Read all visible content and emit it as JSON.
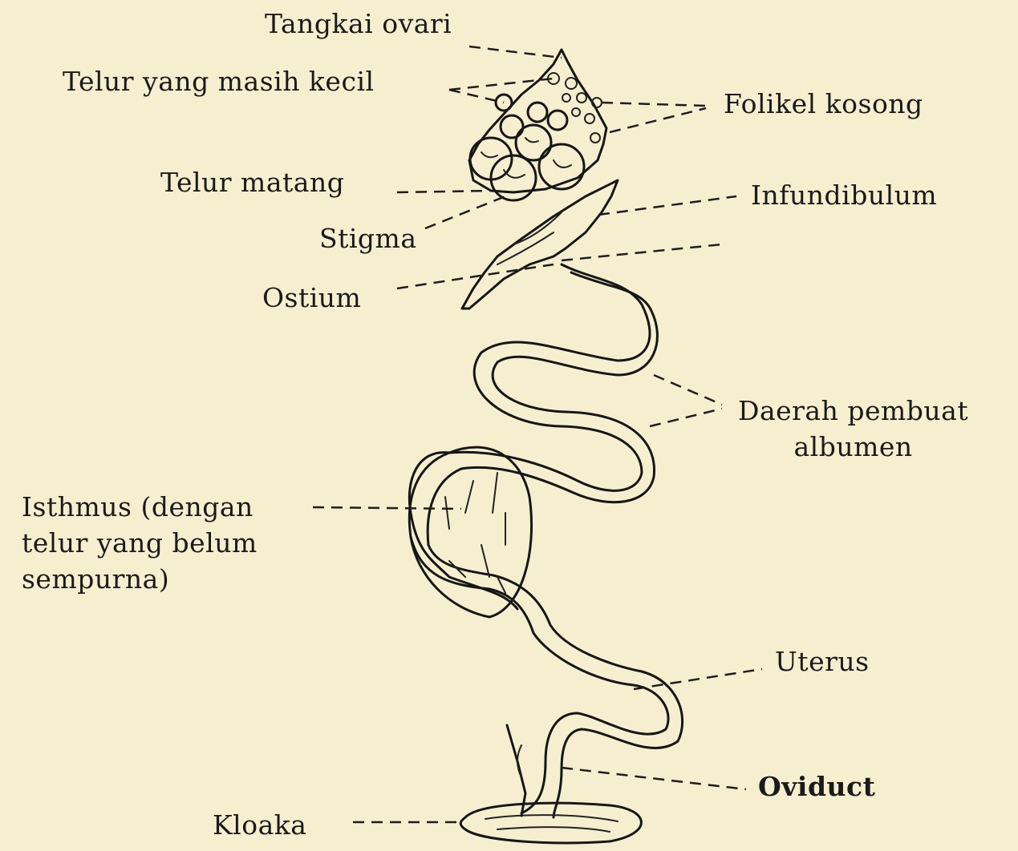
{
  "diagram": {
    "labels": {
      "tangkai_ovari": "Tangkai ovari",
      "telur_kecil": "Telur yang masih kecil",
      "folikel_kosong": "Folikel kosong",
      "telur_matang": "Telur matang",
      "infundibulum": "Infundibulum",
      "stigma": "Stigma",
      "ostium": "Ostium",
      "daerah_albumen": "Daerah pembuat\nalbumen",
      "isthmus": "Isthmus (dengan\ntelur yang belum\nsempurna)",
      "uterus": "Uterus",
      "oviduct": "Oviduct",
      "kloaka": "Kloaka"
    }
  }
}
